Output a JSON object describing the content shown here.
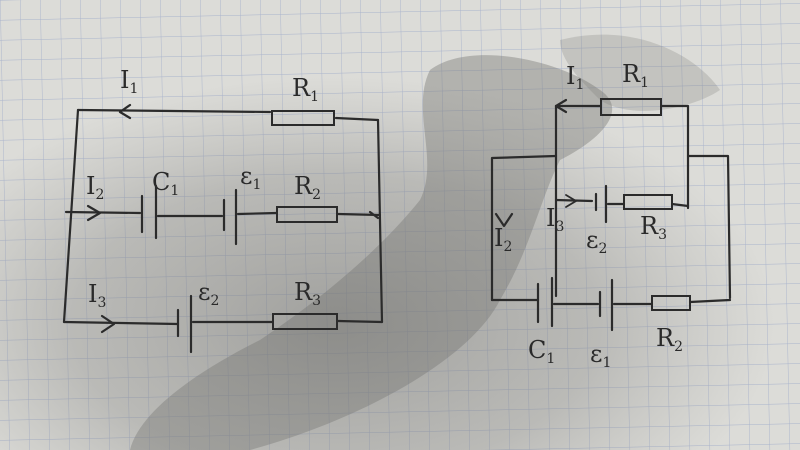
{
  "left": {
    "I1": {
      "main": "I",
      "sub": "1"
    },
    "R1": {
      "main": "R",
      "sub": "1"
    },
    "I2": {
      "main": "I",
      "sub": "2"
    },
    "C1": {
      "main": "C",
      "sub": "1"
    },
    "E1": {
      "main": "ε",
      "sub": "1"
    },
    "R2": {
      "main": "R",
      "sub": "2"
    },
    "I3": {
      "main": "I",
      "sub": "3"
    },
    "E2": {
      "main": "ε",
      "sub": "2"
    },
    "R3": {
      "main": "R",
      "sub": "3"
    }
  },
  "right": {
    "I1": {
      "main": "I",
      "sub": "1"
    },
    "R1": {
      "main": "R",
      "sub": "1"
    },
    "I3": {
      "main": "I",
      "sub": "3"
    },
    "E2": {
      "main": "ε",
      "sub": "2"
    },
    "R3": {
      "main": "R",
      "sub": "3"
    },
    "I2": {
      "main": "I",
      "sub": "2"
    },
    "C1": {
      "main": "C",
      "sub": "1"
    },
    "E1": {
      "main": "ε",
      "sub": "1"
    },
    "R2": {
      "main": "R",
      "sub": "2"
    }
  },
  "colors": {
    "paper": "#dcdcd8",
    "grid": "#a9b3cc",
    "ink": "#2b2b2b",
    "shadow": "#8f8f8c"
  }
}
